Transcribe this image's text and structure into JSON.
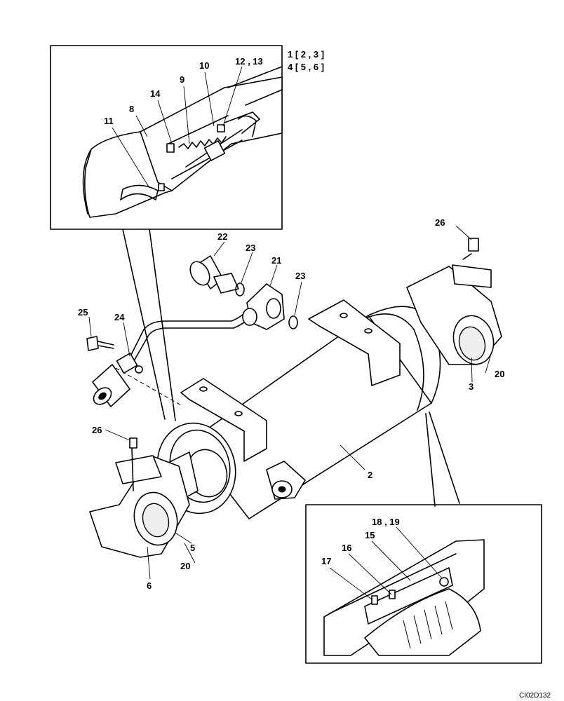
{
  "assembly_notes": [
    "1 [ 2 , 3 ]",
    "4 [ 5 , 6 ]"
  ],
  "drawing_code": "CI02D132",
  "callouts": {
    "c2": "2",
    "c3": "3",
    "c5": "5",
    "c6": "6",
    "c8": "8",
    "c9": "9",
    "c10": "10",
    "c11": "11",
    "c12_13": "12 , 13",
    "c14": "14",
    "c15": "15",
    "c16": "16",
    "c17": "17",
    "c18_19": "18 , 19",
    "c20_right": "20",
    "c20_left": "20",
    "c21": "21",
    "c22": "22",
    "c23_a": "23",
    "c23_b": "23",
    "c24": "24",
    "c25": "25",
    "c26_top": "26",
    "c26_left": "26"
  }
}
